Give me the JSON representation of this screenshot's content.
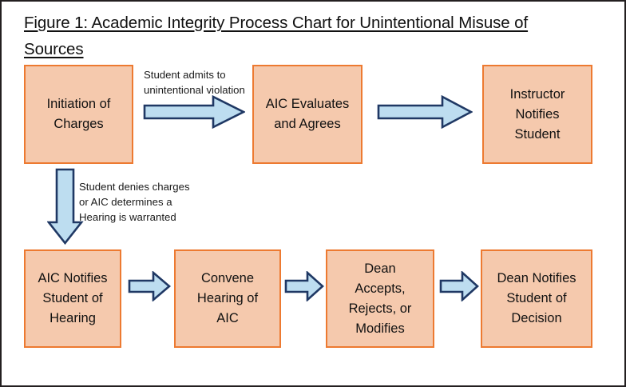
{
  "figure": {
    "title": "Figure 1: Academic Integrity Process Chart for Unintentional Misuse of Sources"
  },
  "colors": {
    "box_fill": "#F5C9AD",
    "box_border": "#ED7A31",
    "arrow_fill": "#BDDDF0",
    "arrow_stroke": "#1F3864",
    "page_border": "#231f20",
    "text": "#111111"
  },
  "nodes": [
    {
      "id": "initiation-of-charges",
      "label": "Initiation of\nCharges",
      "row": 1
    },
    {
      "id": "aic-evaluates-and-agrees",
      "label": "AIC Evaluates\nand Agrees",
      "row": 1
    },
    {
      "id": "instructor-notifies-student",
      "label": "Instructor\nNotifies\nStudent",
      "row": 1
    },
    {
      "id": "aic-notifies-student-of-hearing",
      "label": "AIC Notifies\nStudent of\nHearing",
      "row": 2
    },
    {
      "id": "convene-hearing-of-aic",
      "label": "Convene\nHearing of\nAIC",
      "row": 2
    },
    {
      "id": "dean-accepts-rejects-or-modifies",
      "label": "Dean\nAccepts,\nRejects, or\nModifies",
      "row": 2
    },
    {
      "id": "dean-notifies-student-of-decision",
      "label": "Dean Notifies\nStudent of\nDecision",
      "row": 2
    }
  ],
  "edge_labels": {
    "admits": "Student admits to\nunintentional violation",
    "denies": "Student denies charges\nor AIC determines a\nHearing is warranted"
  },
  "arrows": [
    {
      "id": "arrow-initiation-to-aic-evaluates",
      "direction": "right"
    },
    {
      "id": "arrow-aic-evaluates-to-instructor",
      "direction": "right"
    },
    {
      "id": "arrow-initiation-to-aic-notifies",
      "direction": "down"
    },
    {
      "id": "arrow-aic-notifies-to-convene",
      "direction": "right"
    },
    {
      "id": "arrow-convene-to-dean-accepts",
      "direction": "right"
    },
    {
      "id": "arrow-dean-accepts-to-dean-notifies",
      "direction": "right"
    }
  ]
}
